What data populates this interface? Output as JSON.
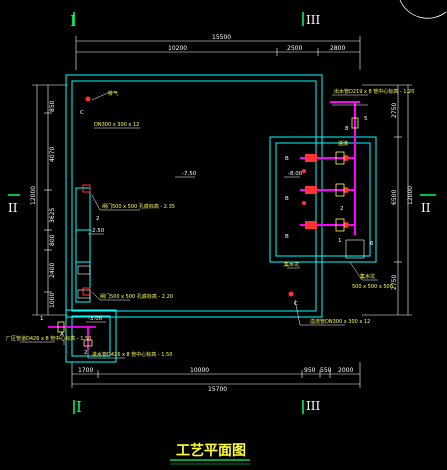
{
  "drawing": {
    "title": "工艺平面图",
    "sections": {
      "I_top": "I",
      "I_bottom": "I",
      "II_left": "II",
      "II_right": "II",
      "III_top": "III",
      "III_bottom": "III"
    },
    "dims_top": {
      "total": "15500",
      "a": "10200",
      "b": "2500",
      "c": "2800"
    },
    "dims_bottom": {
      "total": "15700",
      "a": "1700",
      "b": "10000",
      "c": "950",
      "d": "550",
      "e": "2000"
    },
    "dims_left": {
      "total": "12000",
      "a": "850",
      "b": "4070",
      "c": "3625",
      "d": "800",
      "e": "2400",
      "f": "1000"
    },
    "dims_right": {
      "total": "12000",
      "a": "2750",
      "b": "6500",
      "c": "2750"
    },
    "levels": {
      "main": "-7.50",
      "inner": "-8.00",
      "lower": "-3.00",
      "mid": "-2.50"
    },
    "notes": {
      "vent_top": "排气",
      "pipe_top": "DN300 x 300 x 12",
      "door_1": "闸门500 x 500 孔底标高 - 2.35",
      "door_2": "闸门500 x 500 孔底标高 - 2.20",
      "outlet_pipe": "出水管D219 x 8 管中心标高 - 1.20",
      "overflow": "溢流",
      "pump_base": "500 x 500 x 500",
      "pump_label": "集水坑",
      "pipe_bottom": "溢流管DN300 x 300 x 12",
      "inlet_left": "厂区管道D426 x 8 管中心标高 - 1.50",
      "inlet_bottom": "进水管D426 x 8 管中心标高 - 1.50"
    },
    "bubbles": {
      "c": "C",
      "b": "B",
      "a": "A",
      "n1": "1",
      "n2": "2",
      "n3": "3",
      "n5": "5",
      "n6": "6",
      "n8": "8"
    },
    "colors": {
      "bg": "#000000",
      "wall": "#00ffff",
      "dim": "#ffffff",
      "pipe": "#ff00ff",
      "leader": "#ff3333",
      "note": "#ffff55",
      "section": "#00ff66"
    }
  }
}
